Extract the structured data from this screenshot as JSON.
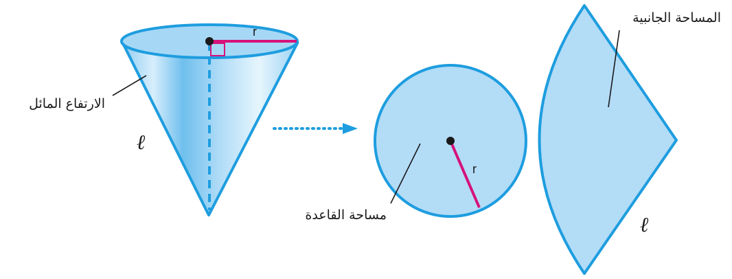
{
  "labels": {
    "slant_height": "الارتفاع المائل",
    "base_area": "مساحة القاعدة",
    "lateral_area": "المساحة الجانبية",
    "radius_cone": "r",
    "radius_circle": "r",
    "slant_cone": "ℓ",
    "slant_net": "ℓ"
  },
  "colors": {
    "fill": "#b3dcf7",
    "stroke": "#1e9ddf",
    "radius": "#d6127a",
    "arrow": "#1e9ddf",
    "text": "#1a1a1a"
  }
}
